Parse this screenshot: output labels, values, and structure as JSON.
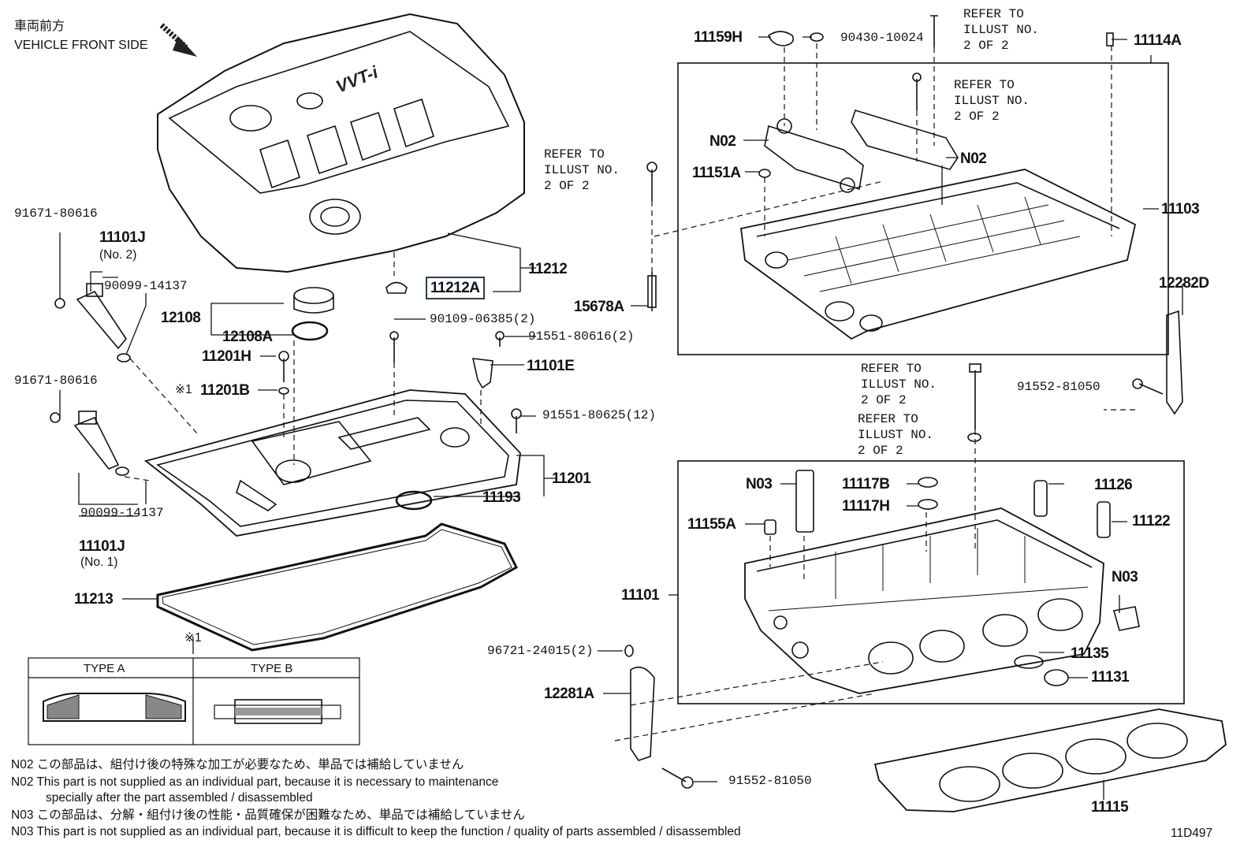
{
  "header": {
    "jp": "車両前方",
    "en": "VEHICLE FRONT SIDE"
  },
  "refer": "REFER TO\nILLUST NO.\n2 OF 2",
  "labels": {
    "p11159H": "11159H",
    "p90430": "90430-10024",
    "p11114A": "11114A",
    "n02a": "N02",
    "n02b": "N02",
    "p11151A": "11151A",
    "p11103": "11103",
    "p15678A": "15678A",
    "p12282D": "12282D",
    "p91552a": "91552-81050",
    "p91671a": "91671-80616",
    "p11101J2": "11101J",
    "no2": "(No. 2)",
    "p90099a": "90099-14137",
    "p12108": "12108",
    "p12108A": "12108A",
    "p11212": "11212",
    "p11212A": "11212A",
    "p90109": "90109-06385(2)",
    "p91551a": "91551-80616(2)",
    "p11201H": "11201H",
    "p11101E": "11101E",
    "mark1": "※1",
    "p11201B": "11201B",
    "p91671b": "91671-80616",
    "p91551b": "91551-80625(12)",
    "p11201": "11201",
    "p11193": "11193",
    "p90099b": "90099-14137",
    "p11101J1": "11101J",
    "no1": "(No. 1)",
    "p11213": "11213",
    "mark2": "※1",
    "n03a": "N03",
    "p11117B": "11117B",
    "p11117H": "11117H",
    "p11126": "11126",
    "p11122": "11122",
    "p11155A": "11155A",
    "p11101": "11101",
    "n03b": "N03",
    "p96721": "96721-24015(2)",
    "p11135": "11135",
    "p11131": "11131",
    "p12281A": "12281A",
    "p91552b": "91552-81050",
    "p11115": "11115",
    "code": "11D497"
  },
  "types": {
    "a": "TYPE A",
    "b": "TYPE B"
  },
  "notes": {
    "n02jp": "N02  この部品は、組付け後の特殊な加工が必要なため、単品では補給していません",
    "n02en1": "N02  This part is not supplied as an individual part, because it is necessary to maintenance",
    "n02en2": "specially after the part assembled / disassembled",
    "n03jp": "N03  この部品は、分解・組付け後の性能・品質確保が困難なため、単品では補給していません",
    "n03en": "N03  This part is not supplied as an individual part, because it is difficult to keep the function / quality of parts  assembled / disassembled"
  }
}
